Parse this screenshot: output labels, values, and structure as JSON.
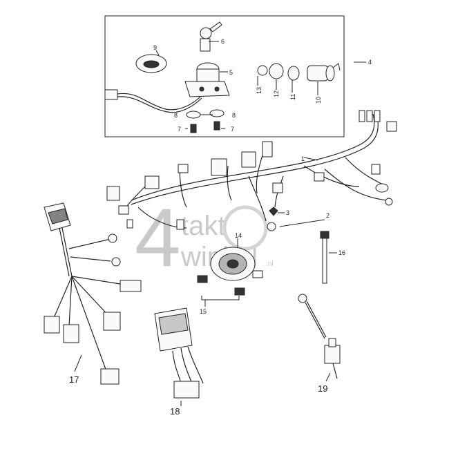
{
  "watermark": {
    "numeral": "4",
    "word1": "takt",
    "word2": "winkel",
    "suffix": ".nl"
  },
  "callouts": {
    "c1": "1",
    "c2": "2",
    "c4": "4",
    "c5": "5",
    "c6": "6",
    "c7a": "7",
    "c7b": "7",
    "c8a": "8",
    "c8b": "8",
    "c9": "9",
    "c10": "10",
    "c11": "11",
    "c12": "12",
    "c13": "13",
    "c14": "14",
    "c15": "15",
    "c16": "16",
    "c17": "17",
    "c18": "18",
    "c19": "19",
    "c3": "3"
  }
}
